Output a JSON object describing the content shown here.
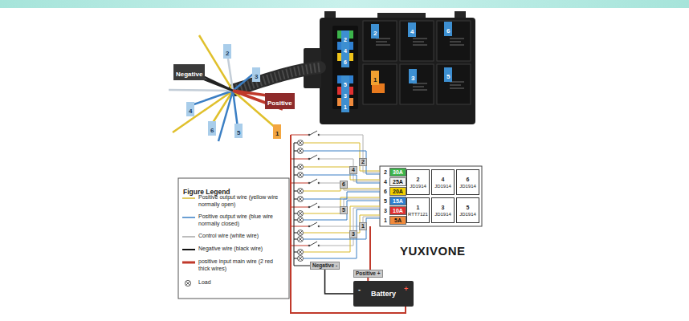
{
  "diagram": {
    "nodes": [
      {
        "text": [
          "2",
          "30A"
        ]
      },
      {
        "text": [
          "4",
          "25A"
        ]
      },
      {
        "text": [
          "6",
          "20A"
        ]
      },
      {
        "text": [
          "5",
          "15A"
        ]
      },
      {
        "text": [
          "3",
          "10A"
        ]
      },
      {
        "text": [
          "1",
          "5A"
        ]
      },
      {
        "text": [
          "2",
          "JD1914"
        ]
      },
      {
        "text": [
          "4",
          "JD1914"
        ]
      },
      {
        "text": [
          "6",
          "JD1914"
        ]
      },
      {
        "text": [
          "1",
          "RTT7121"
        ]
      },
      {
        "text": [
          "3",
          "JD1914"
        ]
      },
      {
        "text": [
          "5",
          "JD1914"
        ]
      },
      {
        "text": [
          "2"
        ]
      },
      {
        "text": [
          "4"
        ]
      },
      {
        "text": [
          "6"
        ]
      },
      {
        "text": [
          "5"
        ]
      },
      {
        "text": [
          "1"
        ]
      },
      {
        "text": [
          "3"
        ]
      },
      {
        "text": [
          "Negative -"
        ]
      },
      {
        "text": [
          "Positive +"
        ]
      },
      {
        "text": [
          "Battery"
        ]
      }
    ],
    "edges": [
      {
        "from": 19,
        "to": 20,
        "arrow": "none"
      },
      {
        "from": 18,
        "to": 20,
        "arrow": "none"
      }
    ],
    "labels": [
      "2",
      "4",
      "6",
      "5",
      "3",
      "1",
      "2",
      "4",
      "6",
      "1",
      "3",
      "5",
      "Negative",
      "2",
      "3",
      "Positive",
      "4",
      "6",
      "5",
      "1",
      "Figure Legend",
      "YUXIVONE",
      "-",
      "+"
    ],
    "legend": [
      {
        "text": "Positive output wire (yellow wire normally open)"
      },
      {
        "text": "Positive output wire (blue wire normally closed)"
      },
      {
        "text": "Control wire (white wire)"
      },
      {
        "text": "Negative wire (black wire)"
      },
      {
        "text": "positive input main wire (2 red thick wires)"
      },
      {
        "text": "Load"
      }
    ]
  }
}
